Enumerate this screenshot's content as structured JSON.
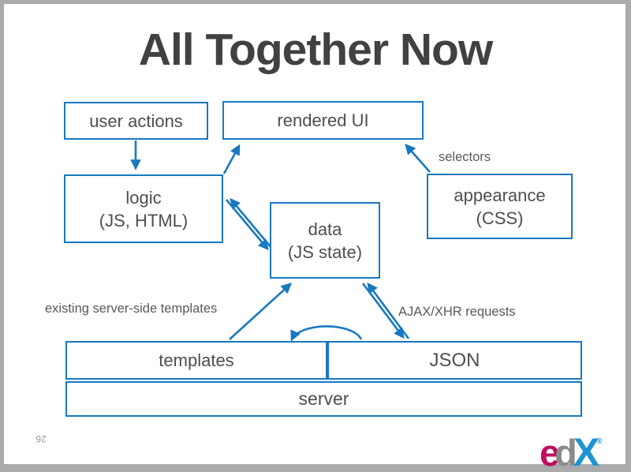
{
  "slide": {
    "title": "All Together Now",
    "page_number": "26"
  },
  "nodes": {
    "user_actions": {
      "label": "user actions"
    },
    "rendered_ui": {
      "label": "rendered UI"
    },
    "logic": {
      "label": "logic",
      "sublabel": "(JS, HTML)"
    },
    "appearance": {
      "label": "appearance",
      "sublabel": "(CSS)"
    },
    "data": {
      "label": "data",
      "sublabel": "(JS state)"
    },
    "templates": {
      "label": "templates"
    },
    "json": {
      "label": "JSON"
    },
    "server": {
      "label": "server"
    }
  },
  "edge_labels": {
    "selectors": "selectors",
    "existing_templates": "existing server-side templates",
    "ajax": "AJAX/XHR requests"
  },
  "logo": {
    "e": "e",
    "d": "d",
    "x": "X",
    "registered": "®"
  },
  "colors": {
    "diagram_blue": "#1879BF",
    "title_text": "#414042",
    "box_text": "#4D4E50",
    "label_text": "#58595B",
    "frame_gray": "#A9ABAD",
    "logo_e": "#BE0D61",
    "logo_d": "#898B8D",
    "logo_x": "#1E94D2"
  }
}
